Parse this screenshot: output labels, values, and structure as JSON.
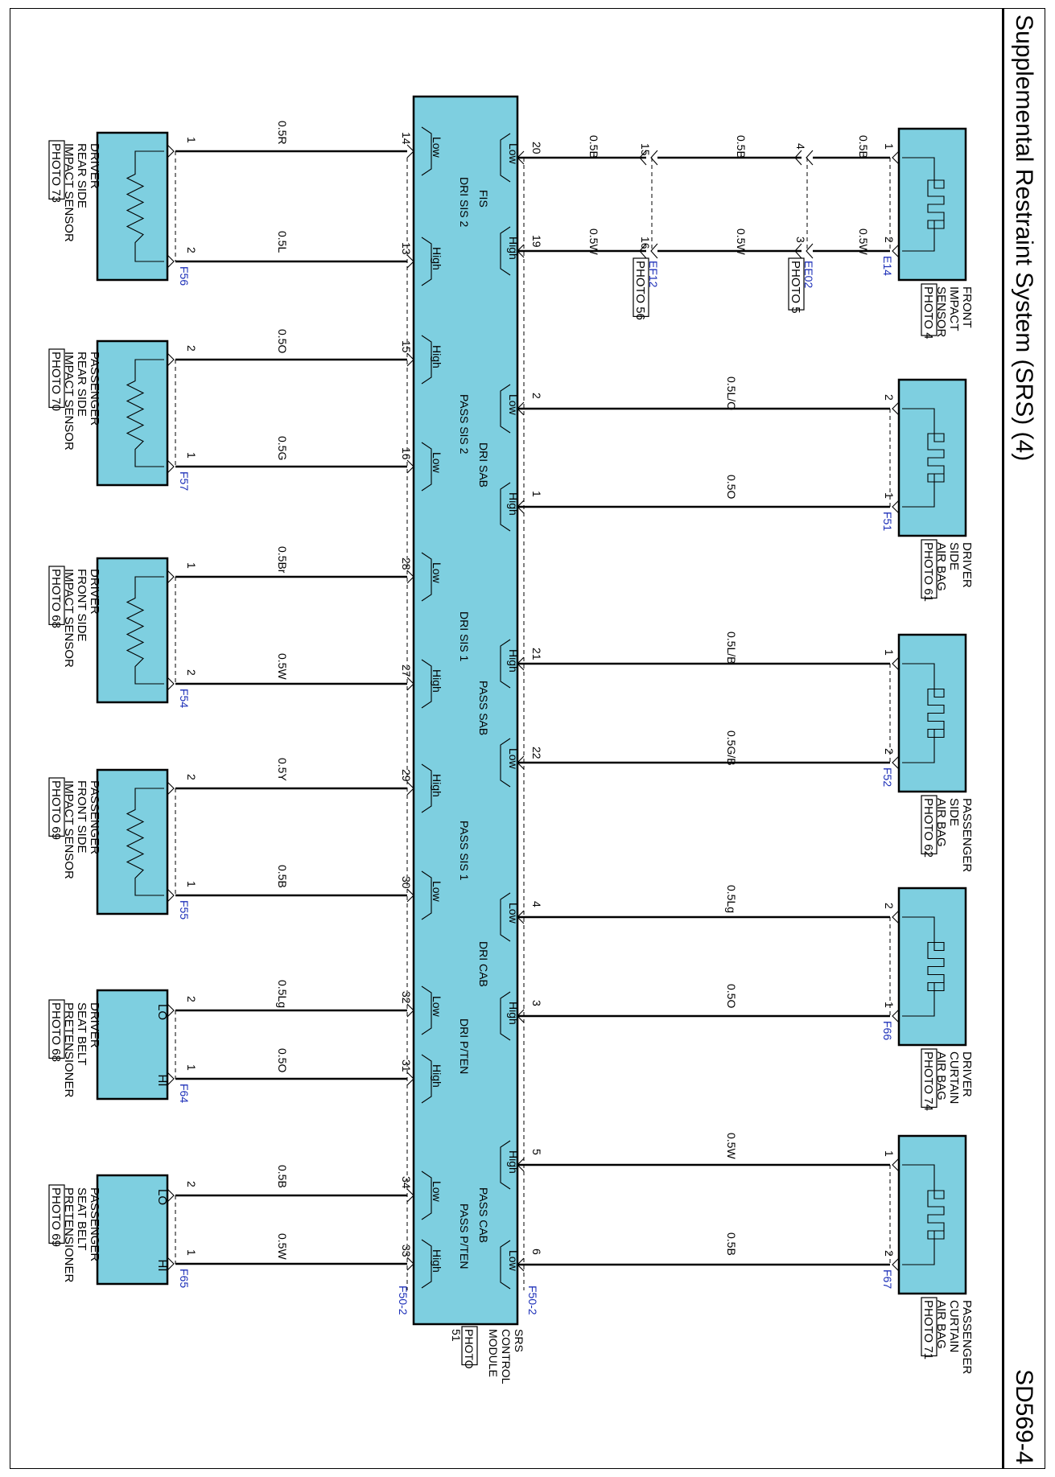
{
  "header": {
    "title": "Supplemental Restraint System (SRS) (4)",
    "code": "SD569-4"
  },
  "module": {
    "name": "SRS CONTROL MODULE",
    "photo": "PHOTO 51",
    "connector_top": "F50-2",
    "connector_bottom": "F50-2",
    "sections": [
      {
        "name": "FIS",
        "side": "top"
      },
      {
        "name": "DRI SIS 2",
        "side": "bottom"
      },
      {
        "name": "DRI SAB",
        "side": "top"
      },
      {
        "name": "PASS SIS 2",
        "side": "bottom"
      },
      {
        "name": "PASS SAB",
        "side": "top"
      },
      {
        "name": "DRI SIS 1",
        "side": "bottom"
      },
      {
        "name": "DRI CAB",
        "side": "top"
      },
      {
        "name": "PASS SIS 1",
        "side": "bottom"
      },
      {
        "name": "PASS CAB",
        "side": "top"
      },
      {
        "name": "DRI P/TEN",
        "side": "bottom"
      },
      {
        "name": "PASS P/TEN",
        "side": "bottom"
      }
    ]
  },
  "top_devices": [
    {
      "lines": [
        "FRONT",
        "IMPACT",
        "SENSOR"
      ],
      "photo": "PHOTO 4",
      "connector": "E14",
      "wires": [
        {
          "color": "0.5B",
          "dev_pin": "1",
          "mod_pin": "20",
          "role": "Low"
        },
        {
          "color": "0.5W",
          "dev_pin": "2",
          "mod_pin": "19",
          "role": "High"
        }
      ]
    },
    {
      "lines": [
        "DRIVER",
        "SIDE",
        "AIR BAG"
      ],
      "photo": "PHOTO 61",
      "connector": "F51",
      "wires": [
        {
          "color": "0.5L/O",
          "dev_pin": "2",
          "mod_pin": "2",
          "role": "Low"
        },
        {
          "color": "0.5O",
          "dev_pin": "1",
          "mod_pin": "1",
          "role": "High"
        }
      ]
    },
    {
      "lines": [
        "PASSENGER",
        "SIDE",
        "AIR BAG"
      ],
      "photo": "PHOTO 62",
      "connector": "F52",
      "wires": [
        {
          "color": "0.5L/B",
          "dev_pin": "1",
          "mod_pin": "21",
          "role": "High"
        },
        {
          "color": "0.5G/B",
          "dev_pin": "2",
          "mod_pin": "22",
          "role": "Low"
        }
      ]
    },
    {
      "lines": [
        "DRIVER",
        "CURTAIN",
        "AIR BAG"
      ],
      "photo": "PHOTO 74",
      "connector": "F66",
      "wires": [
        {
          "color": "0.5Lg",
          "dev_pin": "2",
          "mod_pin": "4",
          "role": "Low"
        },
        {
          "color": "0.5O",
          "dev_pin": "1",
          "mod_pin": "3",
          "role": "High"
        }
      ]
    },
    {
      "lines": [
        "PASSENGER",
        "CURTAIN",
        "AIR BAG"
      ],
      "photo": "PHOTO 71",
      "connector": "F67",
      "wires": [
        {
          "color": "0.5W",
          "dev_pin": "1",
          "mod_pin": "5",
          "role": "High"
        },
        {
          "color": "0.5B",
          "dev_pin": "2",
          "mod_pin": "6",
          "role": "Low"
        }
      ]
    }
  ],
  "inline_connectors": [
    {
      "name": "EE02",
      "photo": "PHOTO 5",
      "pins": [
        "4",
        "3"
      ],
      "colors": [
        "0.5B",
        "0.5W"
      ]
    },
    {
      "name": "EF12",
      "photo": "PHOTO 56",
      "pins": [
        "15",
        "16"
      ],
      "colors": [
        "0.5B",
        "0.5W"
      ]
    }
  ],
  "bottom_devices": [
    {
      "lines": [
        "DRIVER",
        "REAR SIDE",
        "IMPACT SENSOR"
      ],
      "photo": "PHOTO 73",
      "connector": "F56",
      "kind": "sensor",
      "wires": [
        {
          "color": "0.5R",
          "dev_pin": "1",
          "mod_pin": "14",
          "role": "Low"
        },
        {
          "color": "0.5L",
          "dev_pin": "2",
          "mod_pin": "13",
          "role": "High"
        }
      ]
    },
    {
      "lines": [
        "PASSENGER",
        "REAR SIDE",
        "IMPACT SENSOR"
      ],
      "photo": "PHOTO 70",
      "connector": "F57",
      "kind": "sensor",
      "wires": [
        {
          "color": "0.5O",
          "dev_pin": "2",
          "mod_pin": "15",
          "role": "High"
        },
        {
          "color": "0.5G",
          "dev_pin": "1",
          "mod_pin": "16",
          "role": "Low"
        }
      ]
    },
    {
      "lines": [
        "DRIVER",
        "FRONT SIDE",
        "IMPACT SENSOR"
      ],
      "photo": "PHOTO 68",
      "connector": "F54",
      "kind": "sensor",
      "wires": [
        {
          "color": "0.5Br",
          "dev_pin": "1",
          "mod_pin": "28",
          "role": "Low"
        },
        {
          "color": "0.5W",
          "dev_pin": "2",
          "mod_pin": "27",
          "role": "High"
        }
      ]
    },
    {
      "lines": [
        "PASSENGER",
        "FRONT SIDE",
        "IMPACT SENSOR"
      ],
      "photo": "PHOTO 69",
      "connector": "F55",
      "kind": "sensor",
      "wires": [
        {
          "color": "0.5Y",
          "dev_pin": "2",
          "mod_pin": "29",
          "role": "High"
        },
        {
          "color": "0.5B",
          "dev_pin": "1",
          "mod_pin": "30",
          "role": "Low"
        }
      ]
    },
    {
      "lines": [
        "DRIVER",
        "SEAT BELT",
        "PRETENSIONER"
      ],
      "photo": "PHOTO 68",
      "connector": "F64",
      "kind": "pretensioner",
      "terminals": [
        "LO",
        "HI"
      ],
      "wires": [
        {
          "color": "0.5Lg",
          "dev_pin": "2",
          "mod_pin": "32",
          "role": "Low"
        },
        {
          "color": "0.5O",
          "dev_pin": "1",
          "mod_pin": "31",
          "role": "High"
        }
      ]
    },
    {
      "lines": [
        "PASSENGER",
        "SEAT BELT",
        "PRETENSIONER"
      ],
      "photo": "PHOTO 69",
      "connector": "F65",
      "kind": "pretensioner",
      "terminals": [
        "LO",
        "HI"
      ],
      "wires": [
        {
          "color": "0.5B",
          "dev_pin": "2",
          "mod_pin": "34",
          "role": "Low"
        },
        {
          "color": "0.5W",
          "dev_pin": "1",
          "mod_pin": "33",
          "role": "High"
        }
      ]
    }
  ]
}
